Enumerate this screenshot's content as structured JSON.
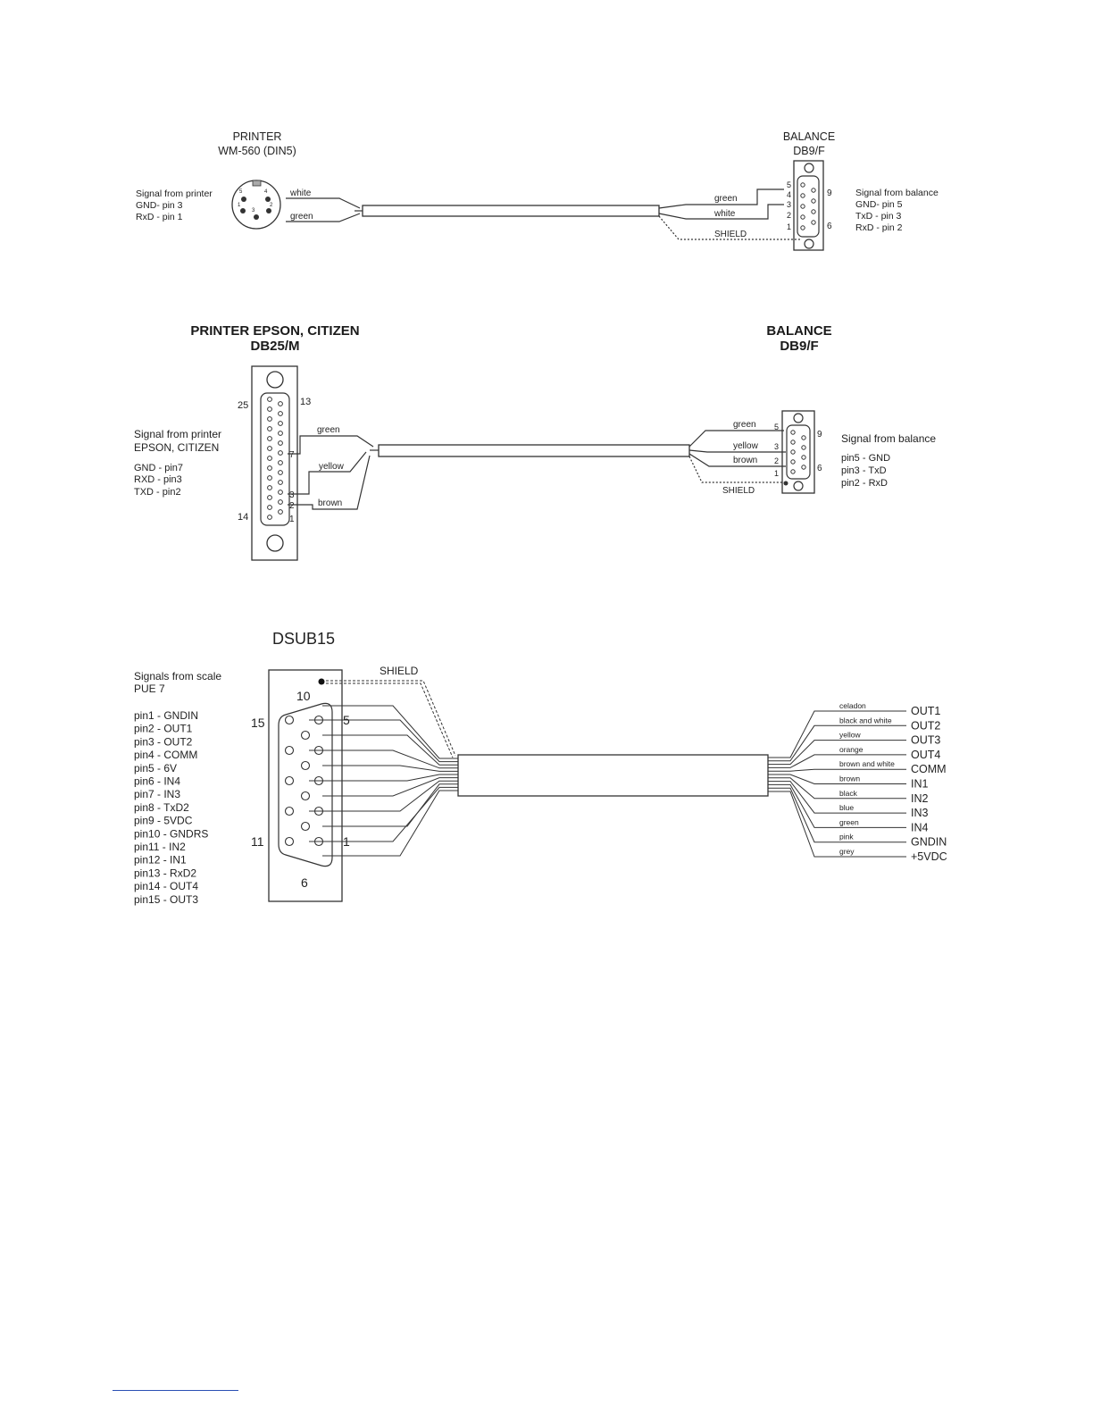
{
  "diagram1": {
    "printer_title": "PRINTER",
    "printer_model": "WM-560 (DIN5)",
    "balance_title": "BALANCE",
    "balance_connector": "DB9/F",
    "left_signals": [
      "Signal from printer",
      "GND- pin 3",
      "RxD - pin 1"
    ],
    "right_signals": [
      "Signal from balance",
      "GND- pin 5",
      "TxD - pin 3",
      "RxD - pin 2"
    ],
    "din_pins": [
      "5",
      "4",
      "1",
      "3",
      "2"
    ],
    "wire_left": [
      "white",
      "green"
    ],
    "wire_right": [
      "green",
      "white"
    ],
    "shield": "SHIELD",
    "db9_left_pins": [
      "5",
      "4",
      "3",
      "2",
      "1"
    ],
    "db9_right_pins": [
      "9",
      "6"
    ]
  },
  "diagram2": {
    "printer_title": "PRINTER EPSON, CITIZEN",
    "printer_connector": "DB25/M",
    "balance_title": "BALANCE",
    "balance_connector": "DB9/F",
    "left_signals_head": [
      "Signal from printer",
      "EPSON, CITIZEN"
    ],
    "left_signals": [
      "GND - pin7",
      "RXD - pin3",
      "TXD - pin2"
    ],
    "right_signals": [
      "Signal from balance",
      "pin5 - GND",
      "pin3 - TxD",
      "pin2 - RxD"
    ],
    "db25_pins": [
      "25",
      "13",
      "14",
      "7",
      "3",
      "2",
      "1"
    ],
    "wire_left": [
      "green",
      "yellow",
      "brown"
    ],
    "wire_right": [
      "green",
      "yellow",
      "brown"
    ],
    "db9_pins": [
      "5",
      "3",
      "2",
      "1",
      "9",
      "6"
    ],
    "shield": "SHIELD"
  },
  "diagram3": {
    "connector_title": "DSUB15",
    "shield": "SHIELD",
    "signals_head": [
      "Signals from scale",
      "PUE 7"
    ],
    "pin_list": [
      "pin1 - GNDIN",
      "pin2 - OUT1",
      "pin3 - OUT2",
      "pin4 - COMM",
      "pin5 - 6V",
      "pin6 - IN4",
      "pin7 - IN3",
      "pin8 - TxD2",
      "pin9 - 5VDC",
      "pin10 - GNDRS",
      "pin11 - IN2",
      "pin12 - IN1",
      "pin13 - RxD2",
      "pin14 - OUT4",
      "pin15 - OUT3"
    ],
    "corner_pins": [
      "10",
      "15",
      "5",
      "11",
      "1",
      "6"
    ],
    "wires": [
      {
        "color": "celadon",
        "signal": "OUT1"
      },
      {
        "color": "black and white",
        "signal": "OUT2"
      },
      {
        "color": "yellow",
        "signal": "OUT3"
      },
      {
        "color": "orange",
        "signal": "OUT4"
      },
      {
        "color": "brown and white",
        "signal": "COMM"
      },
      {
        "color": "brown",
        "signal": "IN1"
      },
      {
        "color": "black",
        "signal": "IN2"
      },
      {
        "color": "blue",
        "signal": "IN3"
      },
      {
        "color": "green",
        "signal": "IN4"
      },
      {
        "color": "pink",
        "signal": "GNDIN"
      },
      {
        "color": "grey",
        "signal": "+5VDC"
      }
    ]
  },
  "colors": {
    "line": "#333333",
    "footer_rule": "#2a4fb4"
  }
}
